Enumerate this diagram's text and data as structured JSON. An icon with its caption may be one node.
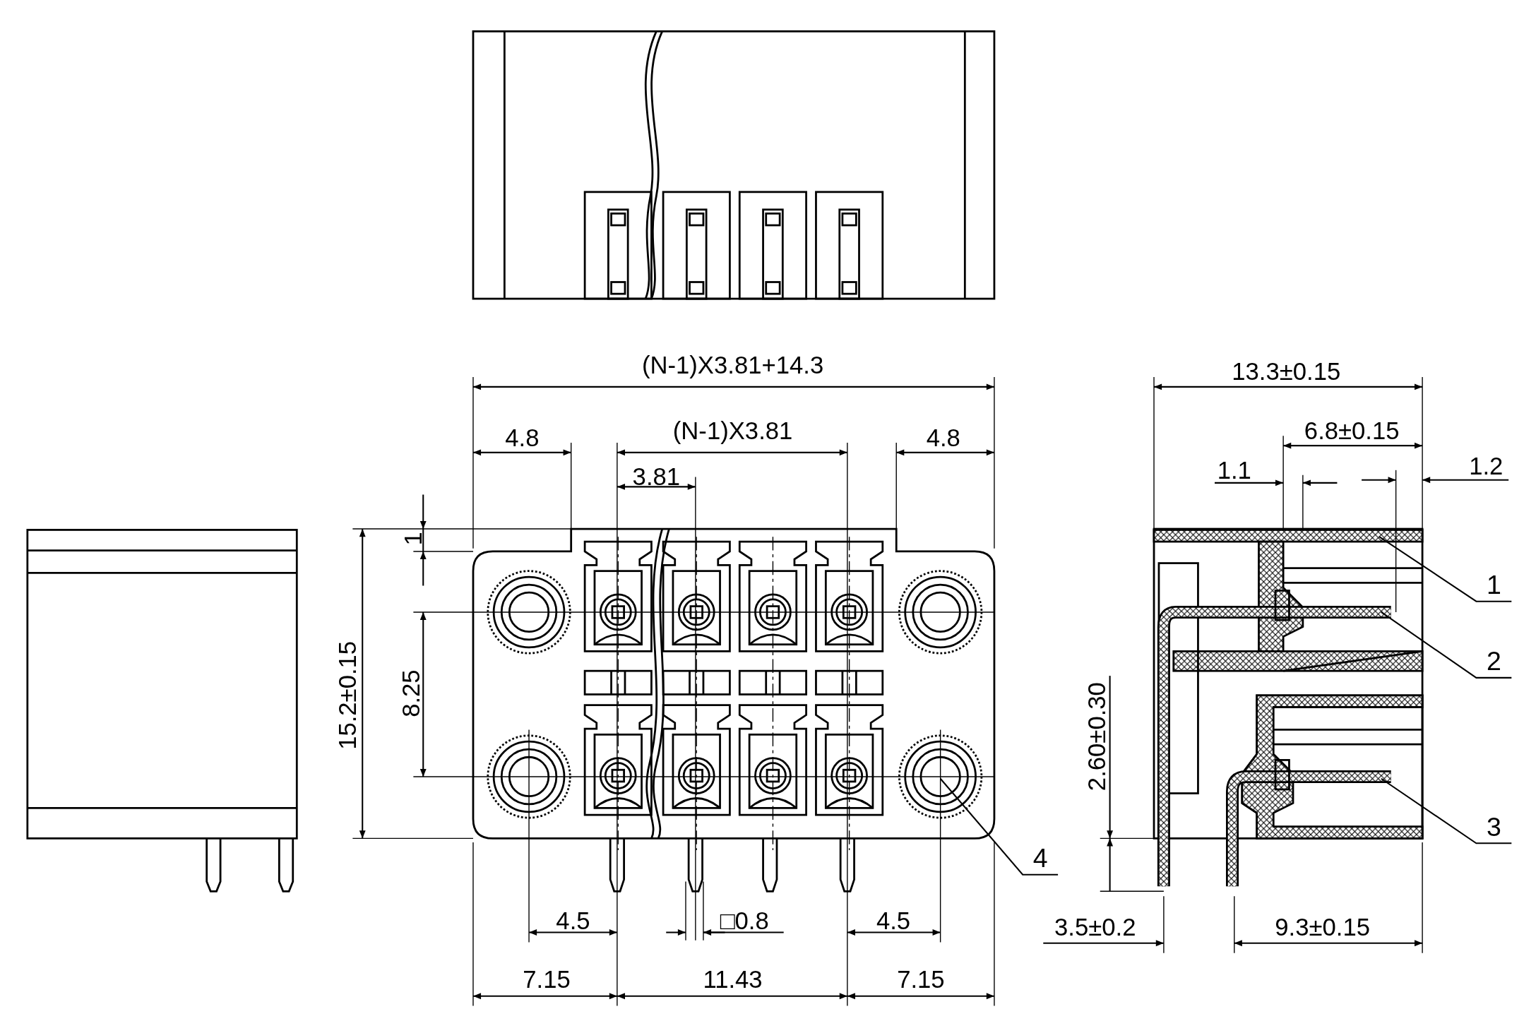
{
  "diagram": {
    "nodes": [
      {
        "text": [
          "1"
        ]
      },
      {
        "text": [
          "2"
        ]
      },
      {
        "text": [
          "3"
        ]
      },
      {
        "text": [
          "4"
        ]
      }
    ],
    "edges": [
      {
        "from": 0,
        "to": null,
        "arrow": "none"
      },
      {
        "from": 1,
        "to": null,
        "arrow": "none"
      },
      {
        "from": 2,
        "to": null,
        "arrow": "none"
      },
      {
        "from": 3,
        "to": null,
        "arrow": "none"
      }
    ],
    "labels": [
      "(N-1)X3.81+14.3",
      "13.3±0.15",
      "4.8",
      "(N-1)X3.81",
      "4.8",
      "6.8±0.15",
      "3.81",
      "1.1",
      "1.2",
      "1",
      "15.2±0.15",
      "8.25",
      "2.60±0.30",
      "4.5",
      "□0.8",
      "4.5",
      "3.5±0.2",
      "9.3±0.15",
      "7.15",
      "11.43",
      "7.15"
    ]
  }
}
